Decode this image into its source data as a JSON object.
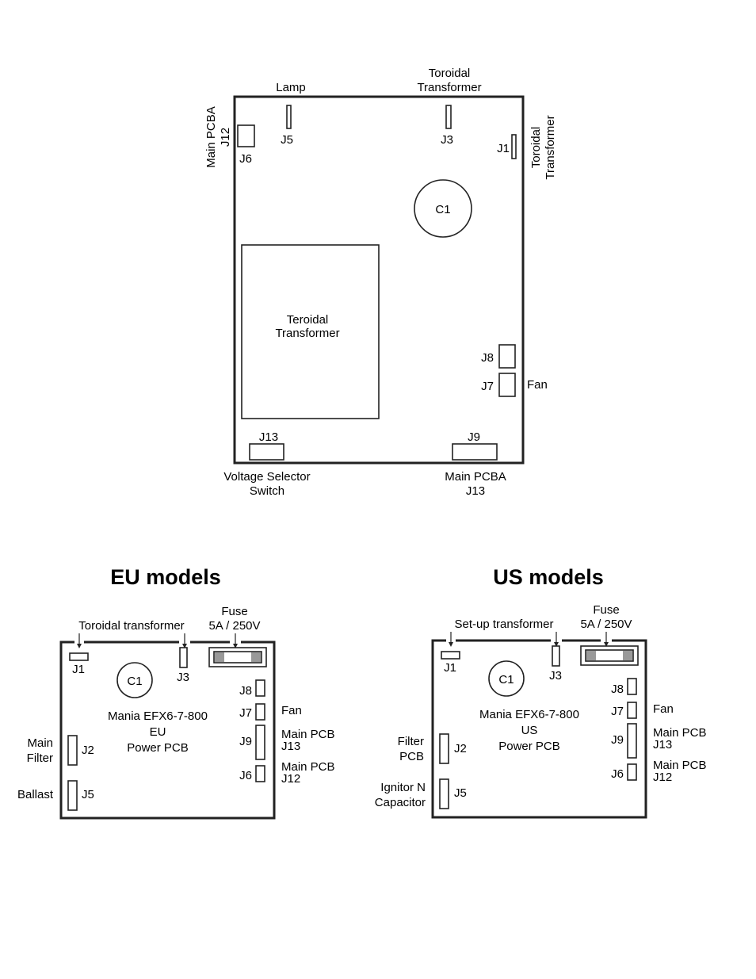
{
  "top_board": {
    "lamp": "Lamp",
    "toroidal_top": [
      "Toroidal",
      "Transformer"
    ],
    "main_pcba_side": [
      "Main PCBA",
      "J12"
    ],
    "toroidal_side": [
      "Toroidal",
      "Transformer"
    ],
    "j6": "J6",
    "j5": "J5",
    "j3": "J3",
    "j1": "J1",
    "c1": "C1",
    "teroidal": [
      "Teroidal",
      "Transformer"
    ],
    "j8": "J8",
    "j7": "J7",
    "fan": "Fan",
    "j13": "J13",
    "j9": "J9",
    "voltage_selector": [
      "Voltage Selector",
      "Switch"
    ],
    "main_pcba_bottom": [
      "Main PCBA",
      "J13"
    ]
  },
  "eu": {
    "heading": "EU models",
    "transformer_label": "Toroidal transformer",
    "fuse": [
      "Fuse",
      "5A / 250V"
    ],
    "j1": "J1",
    "c1": "C1",
    "j3": "J3",
    "j8": "J8",
    "j7": "J7",
    "j9": "J9",
    "j6": "J6",
    "j2": "J2",
    "j5": "J5",
    "fan": "Fan",
    "main_pcb_j13": [
      "Main PCB",
      "J13"
    ],
    "main_pcb_j12": [
      "Main PCB",
      "J12"
    ],
    "board_title": [
      "Mania EFX6-7-800",
      "EU",
      "Power PCB"
    ],
    "left_j2": [
      "Main",
      "Filter"
    ],
    "left_j5": "Ballast"
  },
  "us": {
    "heading": "US models",
    "transformer_label": "Set-up transformer",
    "fuse": [
      "Fuse",
      "5A / 250V"
    ],
    "j1": "J1",
    "c1": "C1",
    "j3": "J3",
    "j8": "J8",
    "j7": "J7",
    "j9": "J9",
    "j6": "J6",
    "j2": "J2",
    "j5": "J5",
    "fan": "Fan",
    "main_pcb_j13": [
      "Main PCB",
      "J13"
    ],
    "main_pcb_j12": [
      "Main PCB",
      "J12"
    ],
    "board_title": [
      "Mania EFX6-7-800",
      "US",
      "Power PCB"
    ],
    "left_j2": [
      "Filter",
      "PCB"
    ],
    "left_j5": [
      "Ignitor N",
      "Capacitor"
    ]
  }
}
